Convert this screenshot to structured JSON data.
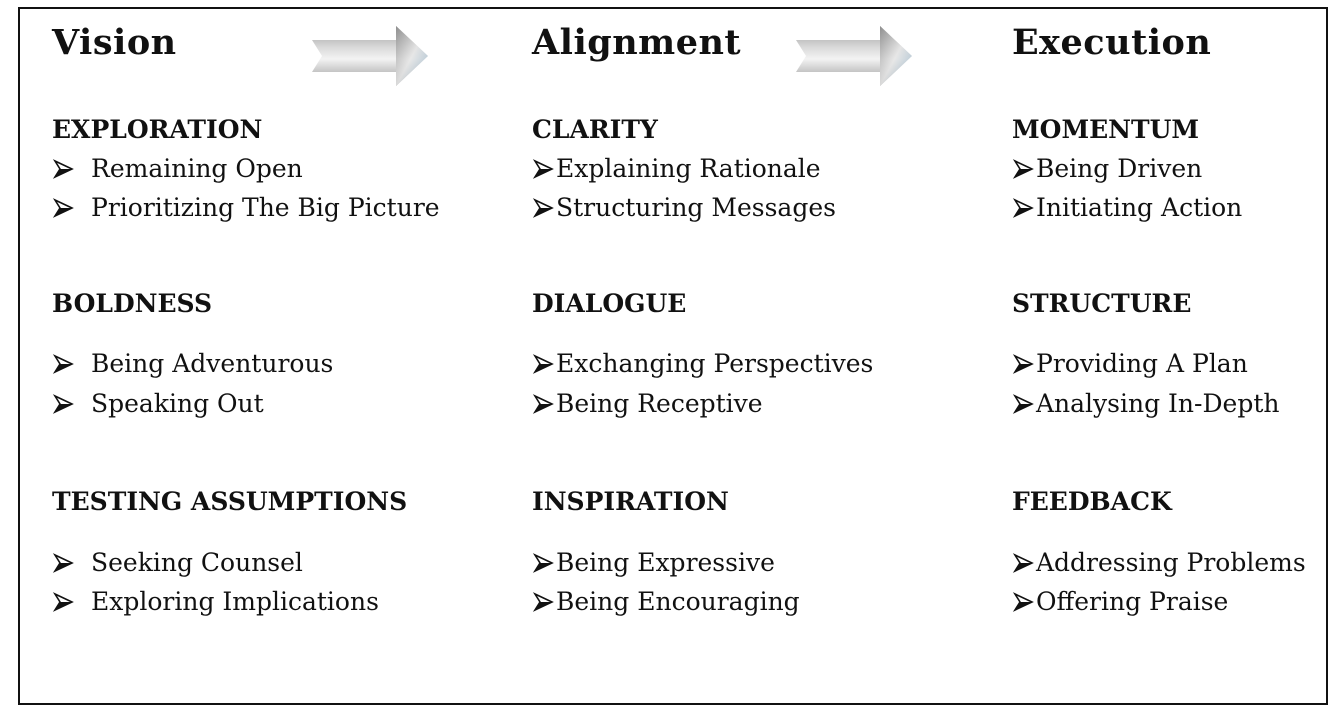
{
  "stages": [
    {
      "title": "Vision",
      "groups": [
        {
          "heading": "EXPLORATION",
          "items": [
            "Remaining Open",
            "Prioritizing The Big Picture"
          ]
        },
        {
          "heading": "BOLDNESS",
          "items": [
            "Being Adventurous",
            "Speaking Out"
          ]
        },
        {
          "heading": "TESTING ASSUMPTIONS",
          "items": [
            "Seeking Counsel",
            "Exploring Implications"
          ]
        }
      ]
    },
    {
      "title": "Alignment",
      "groups": [
        {
          "heading": "CLARITY",
          "items": [
            "Explaining Rationale",
            "Structuring Messages"
          ]
        },
        {
          "heading": "DIALOGUE",
          "items": [
            "Exchanging Perspectives",
            "Being Receptive"
          ]
        },
        {
          "heading": "INSPIRATION",
          "items": [
            "Being Expressive",
            "Being Encouraging"
          ]
        }
      ]
    },
    {
      "title": "Execution",
      "groups": [
        {
          "heading": "MOMENTUM",
          "items": [
            "Being Driven",
            "Initiating Action"
          ]
        },
        {
          "heading": "STRUCTURE",
          "items": [
            "Providing A Plan",
            "Analysing In-Depth"
          ]
        },
        {
          "heading": "FEEDBACK",
          "items": [
            "Addressing Problems",
            "Offering Praise"
          ]
        }
      ]
    }
  ],
  "colors": {
    "border": "#111111",
    "text": "#111111",
    "arrow_light": "#f2f2f2",
    "arrow_mid": "#b8b8b8",
    "arrow_dark": "#8a8a8a",
    "arrow_accent": "#cfe1ee"
  },
  "icons": {
    "bullet": "arrowhead-bullet-icon",
    "stage_connector": "right-arrow-icon"
  }
}
